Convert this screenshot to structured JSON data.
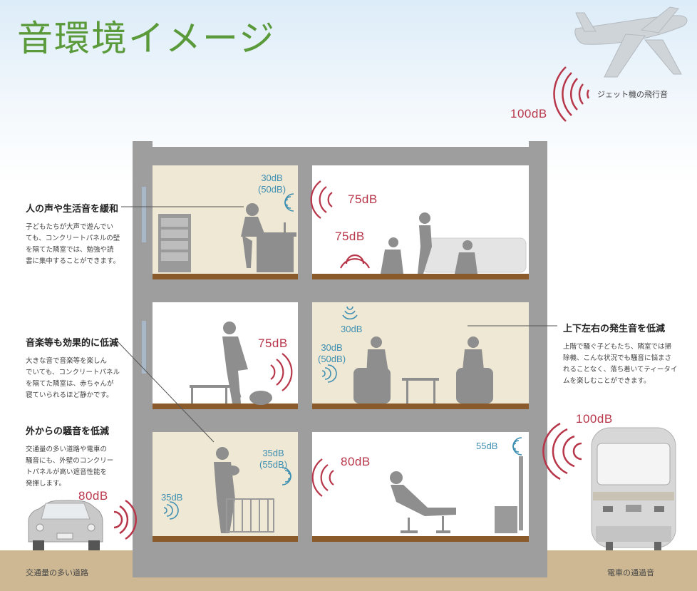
{
  "title": "音環境イメージ",
  "colors": {
    "title_green": "#5a9a3a",
    "loud_red": "#b8364a",
    "quiet_blue": "#3e8fb2",
    "wall_gray": "#9e9e9e",
    "room_beige": "#efe8d4",
    "ground": "#cdb893"
  },
  "jet": {
    "caption": "ジェット機の飛行音",
    "level": "100dB"
  },
  "train": {
    "caption": "電車の通過音",
    "level": "100dB"
  },
  "car": {
    "caption": "交通量の多い道路",
    "level": "80dB"
  },
  "notes": [
    {
      "heading": "人の声や生活音を緩和",
      "body": [
        "子どもたちが大声で遊んでい",
        "ても、コンクリートパネルの壁",
        "を隔てた隣室では、勉強や読",
        "書に集中することができます。"
      ]
    },
    {
      "heading": "音楽等も効果的に低減",
      "body": [
        "大きな音で音楽等を楽しん",
        "でいても、コンクリートパネル",
        "を隔てた隣室は、赤ちゃんが",
        "寝ていられるほど静かです。"
      ]
    },
    {
      "heading": "外からの騒音を低減",
      "body": [
        "交通量の多い道路や電車の",
        "騒音にも、外壁のコンクリー",
        "トパネルが高い遮音性能を",
        "発揮します。"
      ]
    },
    {
      "heading": "上下左右の発生音を低減",
      "body": [
        "上階で騒ぐ子どもたち、隣室では掃",
        "除機、こんな状況でも騒音に悩まさ",
        "れることなく、落ち着いてティータイ",
        "ムを楽しむことができます。"
      ]
    }
  ],
  "levels": {
    "top_left": [
      "30dB",
      "(50dB)"
    ],
    "top_right_a": "75dB",
    "top_right_b": "75dB",
    "mid_left": "75dB",
    "mid_right_top": "30dB",
    "mid_right_side": [
      "30dB",
      "(50dB)"
    ],
    "bot_left_a": [
      "35dB",
      "(55dB)"
    ],
    "bot_left_b": "35dB",
    "bot_right_red": "80dB",
    "bot_right_blue": "55dB"
  }
}
